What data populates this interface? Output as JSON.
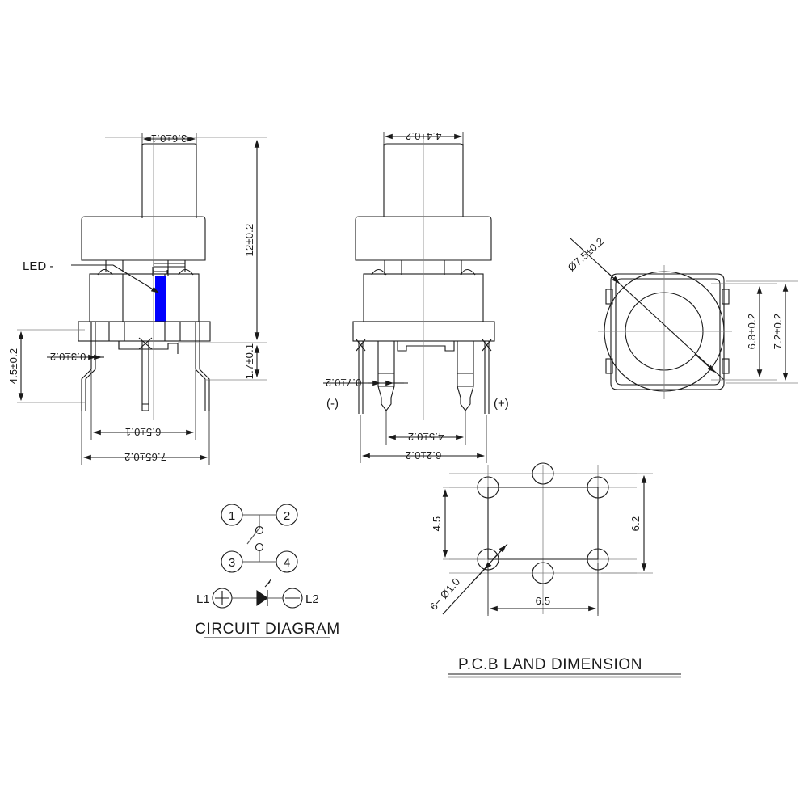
{
  "drawing": {
    "type": "mechanical-dimension-drawing",
    "component": "illuminated tactile push button switch",
    "units": "mm"
  },
  "views": {
    "front": {
      "name": "front-view",
      "annotations": {
        "led_label": "LED -"
      },
      "dimensions": {
        "plunger_width": "3.6±0.1",
        "total_height": "12±0.2",
        "terminal_height": "1.7±0.1",
        "terminal_span_height": "4.5±0.2",
        "terminal_thickness": "0.3±0.2",
        "pin_pitch": "6.5±0.1",
        "terminal_overall_width": "7.65±0.2"
      }
    },
    "side": {
      "name": "side-view",
      "dimensions": {
        "plunger_width": "4.4±0.2",
        "pin_width": "0.7±0.2",
        "pin_pitch": "4.5±0.2",
        "overall_width": "6.2±0.2"
      },
      "polarity": {
        "negative": "(-)",
        "positive": "(+)"
      }
    },
    "top": {
      "name": "top-view",
      "dimensions": {
        "plunger_diameter": "Ø7.5±0.2",
        "body_height": "6.8±0.2",
        "overall_height": "7.2±0.2"
      }
    }
  },
  "circuit": {
    "title": "CIRCUIT DIAGRAM",
    "pins": [
      "1",
      "2",
      "3",
      "4"
    ],
    "led_terminals": {
      "left": "L1",
      "left_symbol": "+",
      "right": "L2",
      "right_symbol": "−"
    }
  },
  "pcb": {
    "title": "P.C.B LAND DIMENSION",
    "hole_callout": "6− Ø1.0",
    "dimensions": {
      "vertical_inner": "4.5",
      "vertical_outer": "6.2",
      "horizontal": "6.5"
    }
  },
  "colors": {
    "line": "#1a1a1a",
    "centerline": "#808080",
    "led": "#0000ff",
    "background": "#ffffff"
  }
}
